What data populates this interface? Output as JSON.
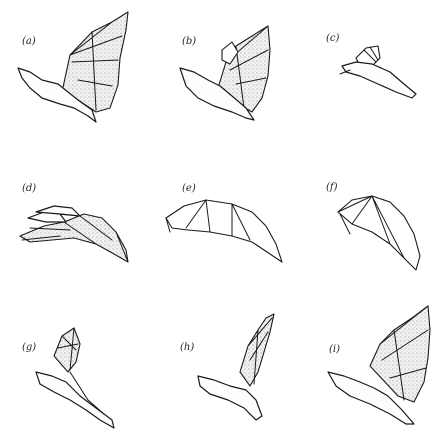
{
  "figure": {
    "panels": [
      {
        "id": "a",
        "label": "(a)"
      },
      {
        "id": "b",
        "label": "(b)"
      },
      {
        "id": "c",
        "label": "(c)"
      },
      {
        "id": "d",
        "label": "(d)"
      },
      {
        "id": "e",
        "label": "(e)"
      },
      {
        "id": "f",
        "label": "(f)"
      },
      {
        "id": "g",
        "label": "(g)"
      },
      {
        "id": "h",
        "label": "(h)"
      },
      {
        "id": "i",
        "label": "(i)"
      }
    ]
  }
}
